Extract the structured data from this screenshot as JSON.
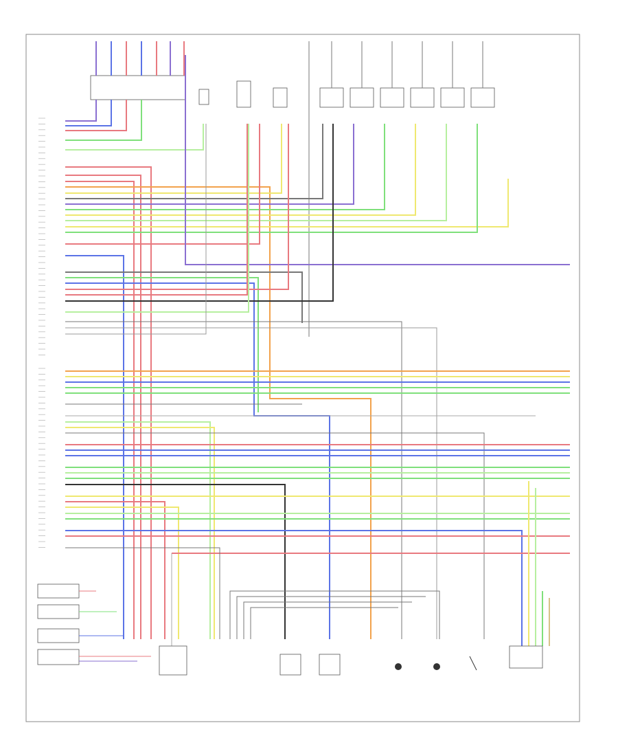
{
  "diagram": {
    "colors": {
      "purple": "#8a6fd1",
      "red": "#e8797f",
      "blue": "#5b73e6",
      "green": "#7fe07b",
      "light_green": "#b6ef9f",
      "yellow": "#efe870",
      "orange": "#f2a24c",
      "gray": "#777777",
      "dark": "#333333",
      "pink": "#f4a7b5",
      "tan": "#d8c28a"
    },
    "top_components": [
      {
        "id": "fuel-injectors-group",
        "label": ""
      },
      {
        "id": "sensor-a",
        "label": ""
      },
      {
        "id": "sensor-b",
        "label": ""
      },
      {
        "id": "sensor-c",
        "label": ""
      },
      {
        "id": "ignition-coil-1",
        "label": ""
      },
      {
        "id": "ignition-coil-2",
        "label": ""
      },
      {
        "id": "ignition-coil-3",
        "label": ""
      },
      {
        "id": "ignition-coil-4",
        "label": ""
      },
      {
        "id": "ignition-coil-5",
        "label": ""
      },
      {
        "id": "ignition-coil-6",
        "label": ""
      }
    ],
    "bottom_components": [
      {
        "id": "knock-sensor",
        "label": ""
      },
      {
        "id": "sensor-harness",
        "label": ""
      },
      {
        "id": "map-sensor",
        "label": ""
      },
      {
        "id": "throttle-sensor",
        "label": ""
      },
      {
        "id": "o2-sensor-left",
        "label": ""
      },
      {
        "id": "o2-sensor-right",
        "label": ""
      },
      {
        "id": "temp-sensor-1",
        "label": ""
      },
      {
        "id": "temp-sensor-2",
        "label": ""
      },
      {
        "id": "switch",
        "label": ""
      },
      {
        "id": "connector-block",
        "label": ""
      }
    ],
    "ecm_label": "",
    "footer_code": ""
  }
}
